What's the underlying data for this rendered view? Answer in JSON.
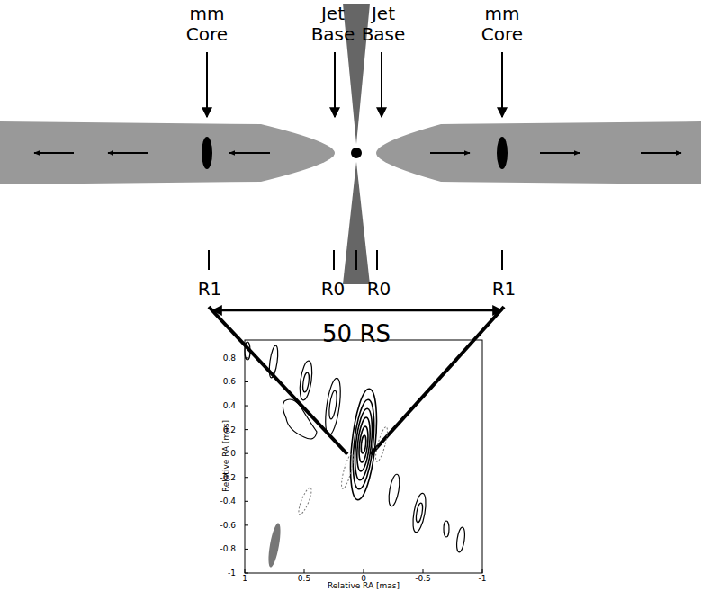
{
  "diagram": {
    "labels": [
      "mm Core",
      "Jet Base",
      "Jet Base",
      "mm Core",
      "R1",
      "R0",
      "R0",
      "R1",
      "50 RS",
      "0.8",
      "0.6",
      "0.4",
      "0.2",
      "0",
      "-0.2",
      "-0.4",
      "-0.6",
      "-0.8",
      "-1",
      "1",
      "0.5",
      "0",
      "-0.5",
      "-1",
      "Relative RA [mas]",
      "Relative RA [mas]"
    ]
  }
}
